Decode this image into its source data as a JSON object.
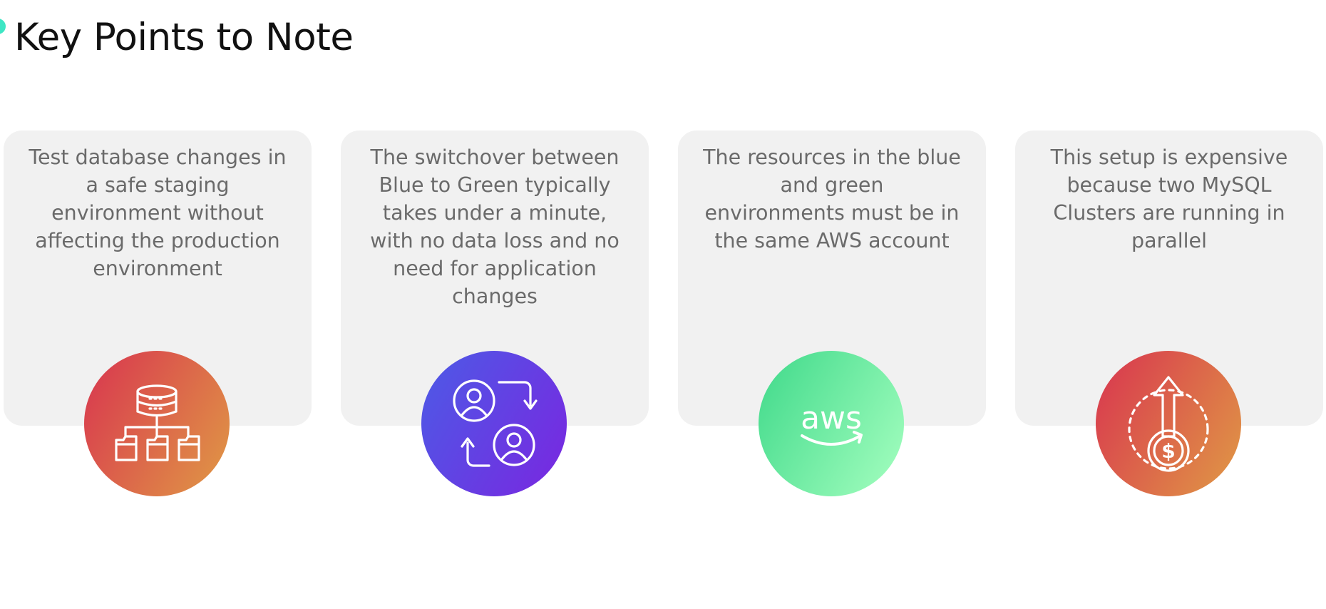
{
  "header": {
    "title": "Key Points to Note"
  },
  "cards": [
    {
      "text": "Test database changes in\na safe staging\nenvironment without\naffecting the production\nenvironment",
      "icon": "database-hierarchy-icon",
      "gradient": [
        "#d8344f",
        "#e09a45"
      ]
    },
    {
      "text": "The switchover between\nBlue to Green typically\ntakes under a minute,\nwith no data loss and no\nneed for application\nchanges",
      "icon": "users-switch-icon",
      "gradient": [
        "#4c5be6",
        "#7a26e0"
      ]
    },
    {
      "text": "The resources in the blue\nand green\nenvironments must be in\nthe same AWS account",
      "icon": "aws-logo-icon",
      "icon_label": "aws",
      "gradient": [
        "#3fd98a",
        "#a6ffc0"
      ]
    },
    {
      "text": "This setup is expensive\nbecause two MySQL\nClusters are running in\nparallel",
      "icon": "cost-increase-icon",
      "icon_label": "$",
      "gradient": [
        "#d8344f",
        "#e09a45"
      ]
    }
  ],
  "colors": {
    "accent_dot": "#3ee6c4",
    "card_background": "#f1f1f1",
    "card_text": "#6a6a6a",
    "title_text": "#111111"
  }
}
